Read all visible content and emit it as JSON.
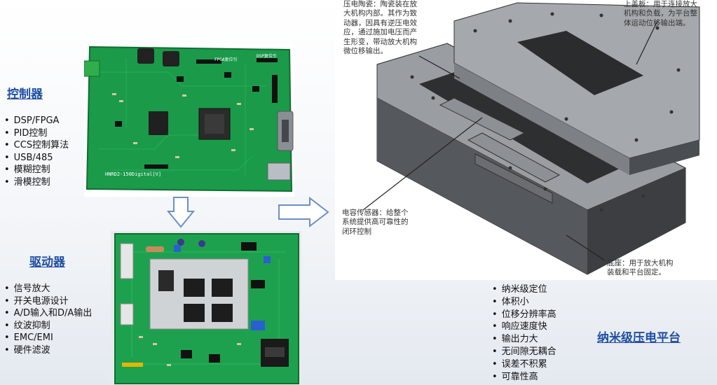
{
  "controller": {
    "title": "控制器",
    "items": [
      "DSP/FPGA",
      "PID控制",
      "CCS控制算法",
      "USB/485",
      "模糊控制",
      "滑模控制"
    ],
    "board_label": "HNRD2-150Digital[V]",
    "silk_fpga": "FPGA复位引",
    "silk_dsp": "DSP复位引"
  },
  "driver": {
    "title": "驱动器",
    "items": [
      "信号放大",
      "开关电源设计",
      "A/D输入和D/A输出",
      "纹波抑制",
      "EMC/EMI",
      "硬件滤波"
    ]
  },
  "platform": {
    "title": "纳米级压电平台",
    "features": [
      "纳米级定位",
      "体积小",
      "位移分辨率高",
      "响应速度快",
      "输出力大",
      "无间隙无耦合",
      "误差不积累",
      "可靠性高"
    ]
  },
  "annotations": {
    "piezo": [
      "压电陶瓷：陶瓷装在放",
      "大机构内部。其作为致",
      "动器，因具有逆压电效",
      "应，通过施加电压而产",
      "生形变，带动放大机构",
      "微位移输出。"
    ],
    "top_plate": [
      "上盖板：用于连接放大",
      "机构和负载，为平台整",
      "体运动位移输出端。"
    ],
    "sensor": [
      "电容传感器：给整个",
      "系统提供高可靠性的",
      "闭环控制"
    ],
    "base": [
      "底座：用于放大机构",
      "装载和平台固定。"
    ]
  },
  "colors": {
    "accent": "#1f4ea3",
    "pcb_green": "#1b9a4a",
    "arrow_blue": "#6b8fc7",
    "metal": "#7c7f84"
  }
}
